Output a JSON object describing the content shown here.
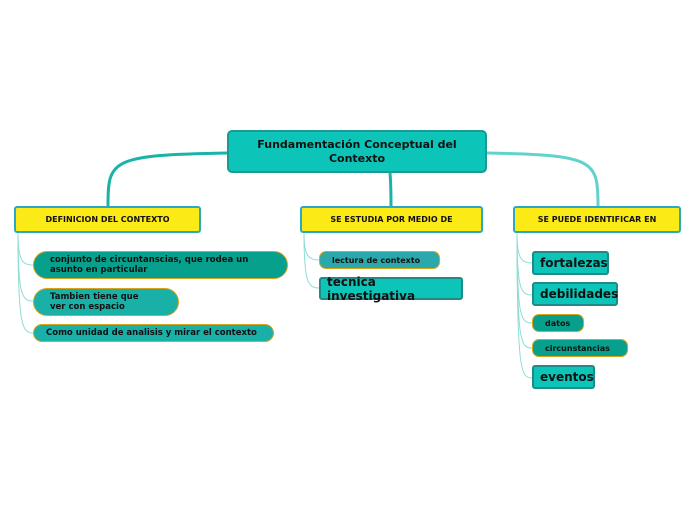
{
  "root": {
    "title": "Fundamentación Conceptual del Contexto"
  },
  "branches": [
    {
      "label": "DEFINICION DEL CONTEXTO",
      "items": [
        "conjunto de circuntanscias, que rodea un asunto en particular",
        "Tambien tiene que ver con espacio",
        "Como unidad de analisis y mirar el contexto"
      ]
    },
    {
      "label": "SE ESTUDIA POR MEDIO DE",
      "items": [
        "lectura de contexto",
        "tecnica investigativa"
      ]
    },
    {
      "label": "SE PUEDE IDENTIFICAR EN",
      "items": [
        "fortalezas",
        "debilidades",
        "datos",
        "circunstancias",
        "eventos"
      ]
    }
  ],
  "colors": {
    "root_fill": "#0cc4b8",
    "category_fill": "#fbea15",
    "pill_green": "#07a08d",
    "connector": "#1ab3a8"
  }
}
